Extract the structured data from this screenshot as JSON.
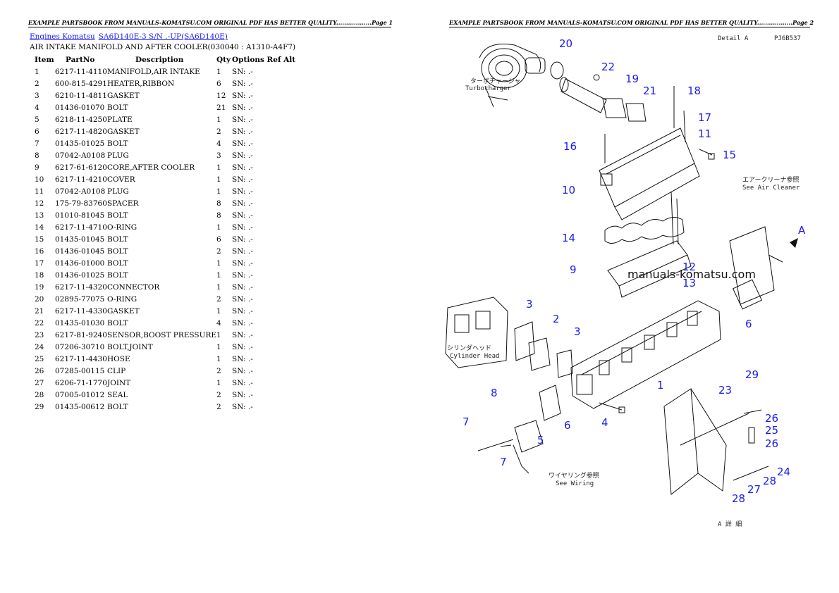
{
  "header": {
    "page1_text": "EXAMPLE PARTSBOOK FROM MANUALS-KOMATSU.COM ORIGINAL PDF HAS BETTER QUALITY..................Page 1",
    "page2_text": "EXAMPLE PARTSBOOK FROM MANUALS-KOMATSU.COM ORIGINAL PDF HAS BETTER QUALITY..................Page 2"
  },
  "breadcrumb": {
    "link1": "Engines Komatsu",
    "link2": "SA6D140E-3 S/N .-UP(SA6D140E)"
  },
  "subtitle": "AIR INTAKE MANIFOLD AND AFTER COOLER(030040 : A1310-A4F7)",
  "table": {
    "headers": {
      "item": "Item",
      "partno": "PartNo",
      "description": "Description",
      "qty": "Qty",
      "options": "Options Ref Alt"
    },
    "rows": [
      {
        "item": "1",
        "partno": "6217-11-4110",
        "desc": "MANIFOLD,AIR INTAKE",
        "qty": "1",
        "opt": "SN: .-"
      },
      {
        "item": "2",
        "partno": "600-815-4291",
        "desc": "HEATER,RIBBON",
        "qty": "6",
        "opt": "SN: .-"
      },
      {
        "item": "3",
        "partno": "6210-11-4811",
        "desc": "GASKET",
        "qty": "12",
        "opt": "SN: .-"
      },
      {
        "item": "4",
        "partno": "01436-01070",
        "desc": "BOLT",
        "qty": "21",
        "opt": "SN: .-"
      },
      {
        "item": "5",
        "partno": "6218-11-4250",
        "desc": "PLATE",
        "qty": "1",
        "opt": "SN: .-"
      },
      {
        "item": "6",
        "partno": "6217-11-4820",
        "desc": "GASKET",
        "qty": "2",
        "opt": "SN: .-"
      },
      {
        "item": "7",
        "partno": "01435-01025",
        "desc": "BOLT",
        "qty": "4",
        "opt": "SN: .-"
      },
      {
        "item": "8",
        "partno": "07042-A0108",
        "desc": "PLUG",
        "qty": "3",
        "opt": "SN: .-"
      },
      {
        "item": "9",
        "partno": "6217-61-6120",
        "desc": "CORE,AFTER COOLER",
        "qty": "1",
        "opt": "SN: .-"
      },
      {
        "item": "10",
        "partno": "6217-11-4210",
        "desc": "COVER",
        "qty": "1",
        "opt": "SN: .-"
      },
      {
        "item": "11",
        "partno": "07042-A0108",
        "desc": "PLUG",
        "qty": "1",
        "opt": "SN: .-"
      },
      {
        "item": "12",
        "partno": "175-79-83760",
        "desc": "SPACER",
        "qty": "8",
        "opt": "SN: .-"
      },
      {
        "item": "13",
        "partno": "01010-81045",
        "desc": "BOLT",
        "qty": "8",
        "opt": "SN: .-"
      },
      {
        "item": "14",
        "partno": "6217-11-4710",
        "desc": "O-RING",
        "qty": "1",
        "opt": "SN: .-"
      },
      {
        "item": "15",
        "partno": "01435-01045",
        "desc": "BOLT",
        "qty": "6",
        "opt": "SN: .-"
      },
      {
        "item": "16",
        "partno": "01436-01045",
        "desc": "BOLT",
        "qty": "2",
        "opt": "SN: .-"
      },
      {
        "item": "17",
        "partno": "01436-01000",
        "desc": "BOLT",
        "qty": "1",
        "opt": "SN: .-"
      },
      {
        "item": "18",
        "partno": "01436-01025",
        "desc": "BOLT",
        "qty": "1",
        "opt": "SN: .-"
      },
      {
        "item": "19",
        "partno": "6217-11-4320",
        "desc": "CONNECTOR",
        "qty": "1",
        "opt": "SN: .-"
      },
      {
        "item": "20",
        "partno": "02895-77075",
        "desc": "O-RING",
        "qty": "2",
        "opt": "SN: .-"
      },
      {
        "item": "21",
        "partno": "6217-11-4330",
        "desc": "GASKET",
        "qty": "1",
        "opt": "SN: .-"
      },
      {
        "item": "22",
        "partno": "01435-01030",
        "desc": "BOLT",
        "qty": "4",
        "opt": "SN: .-"
      },
      {
        "item": "23",
        "partno": "6217-81-9240",
        "desc": "SENSOR,BOOST PRESSURE",
        "qty": "1",
        "opt": "SN: .-"
      },
      {
        "item": "24",
        "partno": "07206-30710",
        "desc": "BOLT,JOINT",
        "qty": "1",
        "opt": "SN: .-"
      },
      {
        "item": "25",
        "partno": "6217-11-4430",
        "desc": "HOSE",
        "qty": "1",
        "opt": "SN: .-"
      },
      {
        "item": "26",
        "partno": "07285-00115",
        "desc": "CLIP",
        "qty": "2",
        "opt": "SN: .-"
      },
      {
        "item": "27",
        "partno": "6206-71-1770",
        "desc": "JOINT",
        "qty": "1",
        "opt": "SN: .-"
      },
      {
        "item": "28",
        "partno": "07005-01012",
        "desc": "SEAL",
        "qty": "2",
        "opt": "SN: .-"
      },
      {
        "item": "29",
        "partno": "01435-00612",
        "desc": "BOLT",
        "qty": "2",
        "opt": "SN: .-"
      }
    ]
  },
  "diagram": {
    "code": "PJ6B537",
    "detail_label": "Detail A",
    "watermark": "manuals-komatsu.com",
    "label_turbo_jp": "ターボチャージャ",
    "label_turbo_en": "Turbocharger",
    "label_air_jp": "エアークリーナ参照",
    "label_air_en": "See Air Cleaner",
    "label_cyl_jp": "シリンダヘッド",
    "label_cyl_en": "Cylinder Head",
    "label_wiring_jp": "ワイヤリング参照",
    "label_wiring_en": "See Wiring",
    "label_arrow_a": "A",
    "footer_mark": "A 詳 細",
    "accent_color": "#1a1aee"
  }
}
